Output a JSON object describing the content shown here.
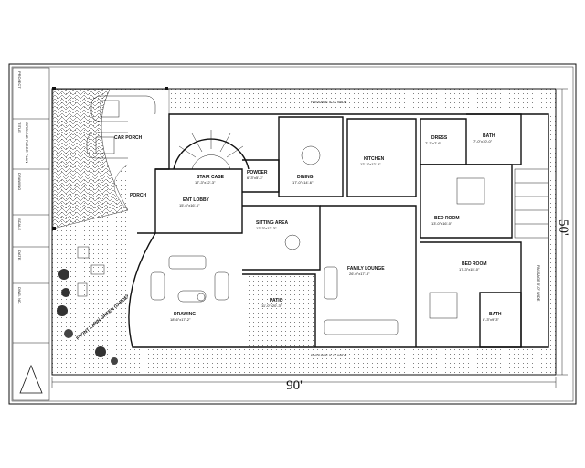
{
  "drawing": {
    "title_block": {
      "fields": [
        "PROJECT",
        "TITLE",
        "DRAWING",
        "SCALE",
        "DATE",
        "DWG. NO."
      ],
      "title_value": "GROUND FLOOR PLAN"
    },
    "dimensions": {
      "width": "90'",
      "depth": "50'"
    },
    "passages": {
      "top": "PASSAGE 5'-0\" WIDE",
      "bottom": "PASSAGE 5'-0\" WIDE",
      "right": "PASSAGE 5'-0\" WIDE"
    },
    "rooms": [
      {
        "name": "CAR PORCH",
        "size": ""
      },
      {
        "name": "PORCH",
        "size": ""
      },
      {
        "name": "STAIR CASE",
        "size": "17'-3\"x12'-3\""
      },
      {
        "name": "ENT LOBBY",
        "size": "15'-6\"x16'-6\""
      },
      {
        "name": "DRAWING",
        "size": "18'-6\"x17'-2\""
      },
      {
        "name": "POWDER",
        "size": "6'-3\"x5'-3\""
      },
      {
        "name": "DINING",
        "size": "17'-0\"x14'-6\""
      },
      {
        "name": "KITCHEN",
        "size": "12'-3\"x12'-3\""
      },
      {
        "name": "SITTING AREA",
        "size": "12'-3\"x12'-3\""
      },
      {
        "name": "PATIO",
        "size": "11'-0\"x20'-3\""
      },
      {
        "name": "FAMILY LOUNGE",
        "size": "26'-0\"x17'-3\""
      },
      {
        "name": "DRESS",
        "size": "7'-3\"x7'-6\""
      },
      {
        "name": "BATH",
        "size": "7'-0\"x10'-0\""
      },
      {
        "name": "BED ROOM",
        "size": "13'-0\"x16'-0\""
      },
      {
        "name": "BED ROOM",
        "size": "17'-3\"x15'-0\""
      },
      {
        "name": "BATH",
        "size": "8'-3\"x9'-3\""
      }
    ],
    "garden_label": "FRONT LAWN GREEN GARDEN"
  }
}
